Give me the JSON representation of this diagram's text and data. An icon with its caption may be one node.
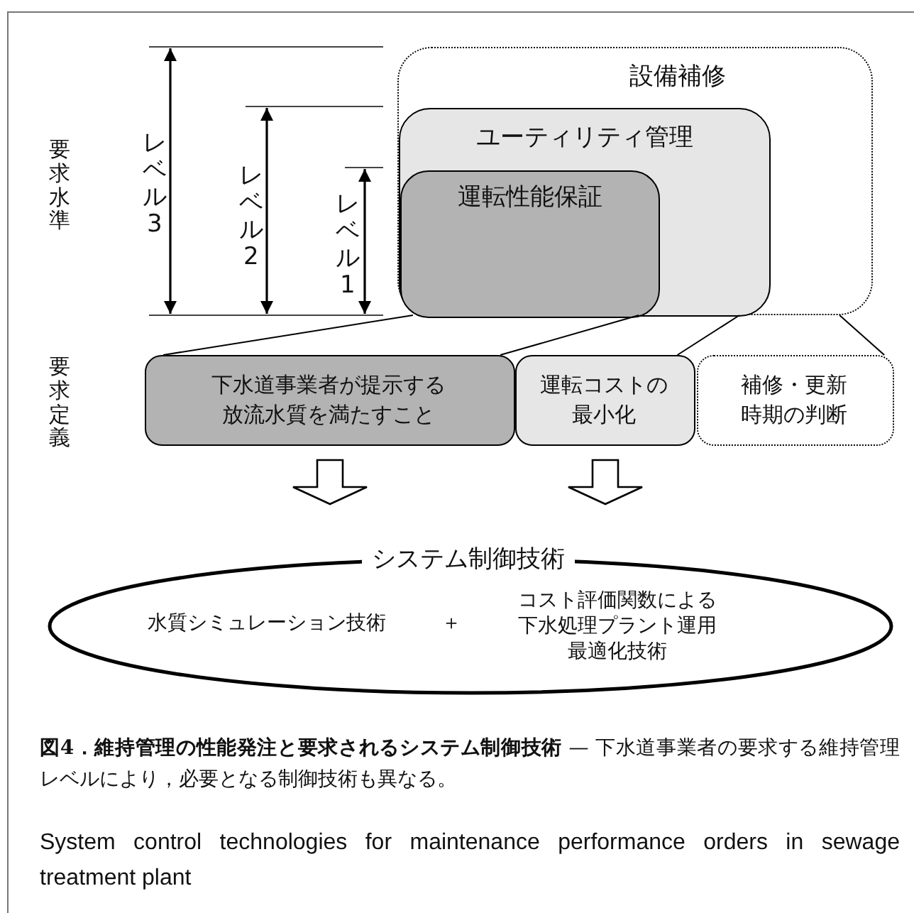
{
  "diagram": {
    "caption": "**図4．維持管理の性能発注と要求されるシステム制御技術** — 下水道事業者の要求する維持管理レベルにより，必要となる制御技術も異なる。",
    "nodes": [
      {
        "text": [
          "設備補修"
        ]
      },
      {
        "text": [
          "ユーティリティ管理"
        ],
        "in": 0
      },
      {
        "text": [
          "運転性能保証"
        ],
        "in": 1
      },
      {
        "text": [
          "下水道事業者が提示する放流水質を満たすこと"
        ]
      },
      {
        "text": [
          "運転コストの最小化"
        ]
      },
      {
        "text": [
          "補修・更新時期の判断"
        ]
      },
      {
        "text": [
          "システム制御技術",
          "水質シミュレーション技術",
          "＋",
          "コスト評価関数による下水処理プラント運用最適化技術"
        ]
      }
    ],
    "edges": [
      {
        "from": 2,
        "to": 3,
        "arrow": "none"
      },
      {
        "from": 2,
        "to": 3,
        "arrow": "none"
      },
      {
        "from": 1,
        "to": 4,
        "arrow": "none"
      },
      {
        "from": 0,
        "to": 5,
        "arrow": "none"
      },
      {
        "from": 3,
        "to": 6,
        "arrow": "to"
      },
      {
        "from": 4,
        "to": 6,
        "arrow": "to"
      }
    ],
    "labels": [
      "要求水準",
      "レベル3",
      "レベル2",
      "レベル1",
      "要求定義",
      "System control technologies for maintenance performance orders in sewage treatment plant"
    ]
  }
}
